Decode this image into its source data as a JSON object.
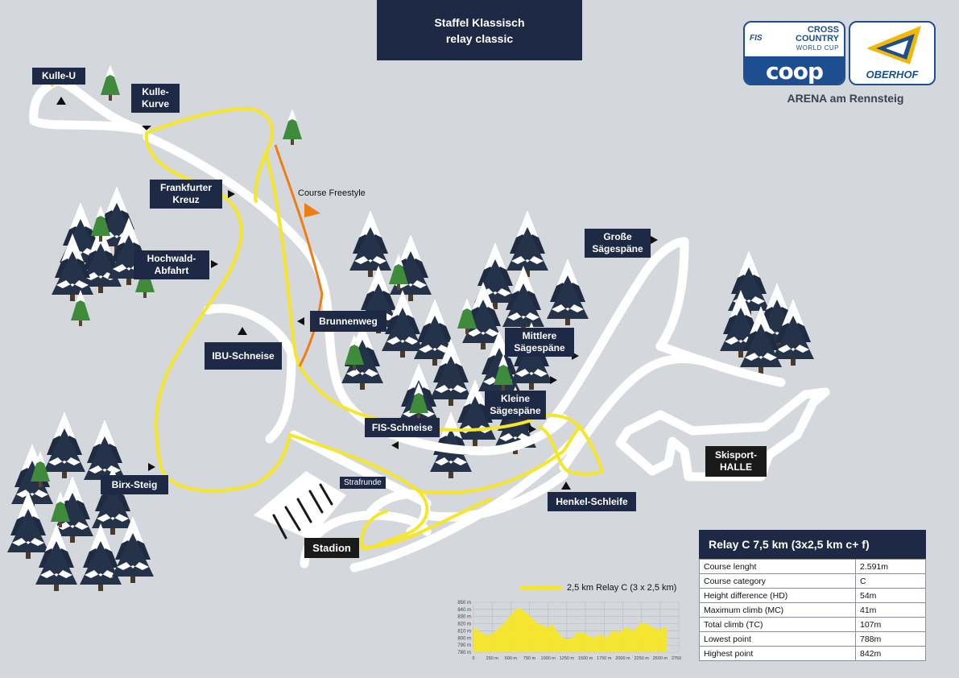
{
  "title": {
    "line1": "Staffel Klassisch",
    "line2": "relay classic"
  },
  "logos": {
    "fis_small": "FIS",
    "fis_line1": "CROSS",
    "fis_line2": "COUNTRY",
    "fis_line3": "WORLD CUP",
    "coop": "coop",
    "oberhof": "OBERHOF"
  },
  "venue": "ARENA am Rennsteig",
  "places": {
    "kulle_u": "Kulle-U",
    "kulle_kurve": "Kulle-\nKurve",
    "frankfurter_kreuz": "Frankfurter\nKreuz",
    "hochwald_abfahrt": "Hochwald-\nAbfahrt",
    "ibu_schneise": "IBU-Schneise",
    "brunnenweg": "Brunnenweg",
    "birx_steig": "Birx-Steig",
    "fis_schneise": "FIS-Schneise",
    "kleine_saegespaene": "Kleine\nSägespäne",
    "mittlere_saegespaene": "Mittlere\nSägespäne",
    "grosse_saegespaene": "Große\nSägespäne",
    "henkel_schleife": "Henkel-Schleife",
    "strafrunde": "Strafrunde",
    "stadion": "Stadion",
    "skisport_halle": "Skisport-\nHALLE"
  },
  "course_freestyle_label": "Course Freestyle",
  "legend": {
    "relay_route": "2,5 km Relay C (3 x 2,5 km)"
  },
  "colors": {
    "background": "#d4d8dd",
    "label_bg": "#1e2a45",
    "relay_route": "#f5e629",
    "freestyle_route": "#ee7d14",
    "trail": "#ffffff",
    "brand_blue": "#1d4e8f",
    "oberhof_gold": "#f2b707"
  },
  "info": {
    "title": "Relay C 7,5 km (3x2,5 km c+ f)",
    "rows": [
      {
        "label": "Course lenght",
        "value": "2.591m"
      },
      {
        "label": "Course category",
        "value": "C"
      },
      {
        "label": "Height difference (HD)",
        "value": "54m"
      },
      {
        "label": "Maximum climb (MC)",
        "value": "41m"
      },
      {
        "label": "Total climb (TC)",
        "value": "107m"
      },
      {
        "label": "Lowest point",
        "value": "788m"
      },
      {
        "label": "Highest point",
        "value": "842m"
      }
    ]
  },
  "profile": {
    "y_ticks": [
      "850 m",
      "840 m",
      "830 m",
      "820 m",
      "810 m",
      "800 m",
      "790 m",
      "780 m"
    ],
    "y_values": [
      850,
      840,
      830,
      820,
      810,
      800,
      790,
      780
    ],
    "x_ticks": [
      "0",
      "250 m",
      "500 m",
      "750 m",
      "1000 m",
      "1250 m",
      "1500 m",
      "1750 m",
      "2000 m",
      "2250 m",
      "2500 m",
      "2750 m"
    ],
    "x_values": [
      0,
      250,
      500,
      750,
      1000,
      1250,
      1500,
      1750,
      2000,
      2250,
      2500,
      2750
    ],
    "y_range": [
      780,
      850
    ],
    "x_range": [
      0,
      2750
    ],
    "elevation": [
      [
        0,
        815
      ],
      [
        100,
        808
      ],
      [
        200,
        803
      ],
      [
        300,
        810
      ],
      [
        400,
        820
      ],
      [
        500,
        832
      ],
      [
        560,
        840
      ],
      [
        620,
        842
      ],
      [
        700,
        836
      ],
      [
        800,
        826
      ],
      [
        900,
        818
      ],
      [
        1000,
        815
      ],
      [
        1050,
        820
      ],
      [
        1100,
        812
      ],
      [
        1200,
        800
      ],
      [
        1300,
        798
      ],
      [
        1400,
        808
      ],
      [
        1500,
        806
      ],
      [
        1600,
        800
      ],
      [
        1700,
        805
      ],
      [
        1800,
        800
      ],
      [
        1850,
        810
      ],
      [
        1950,
        808
      ],
      [
        2050,
        815
      ],
      [
        2150,
        810
      ],
      [
        2250,
        822
      ],
      [
        2350,
        818
      ],
      [
        2450,
        812
      ],
      [
        2591,
        815
      ]
    ]
  }
}
